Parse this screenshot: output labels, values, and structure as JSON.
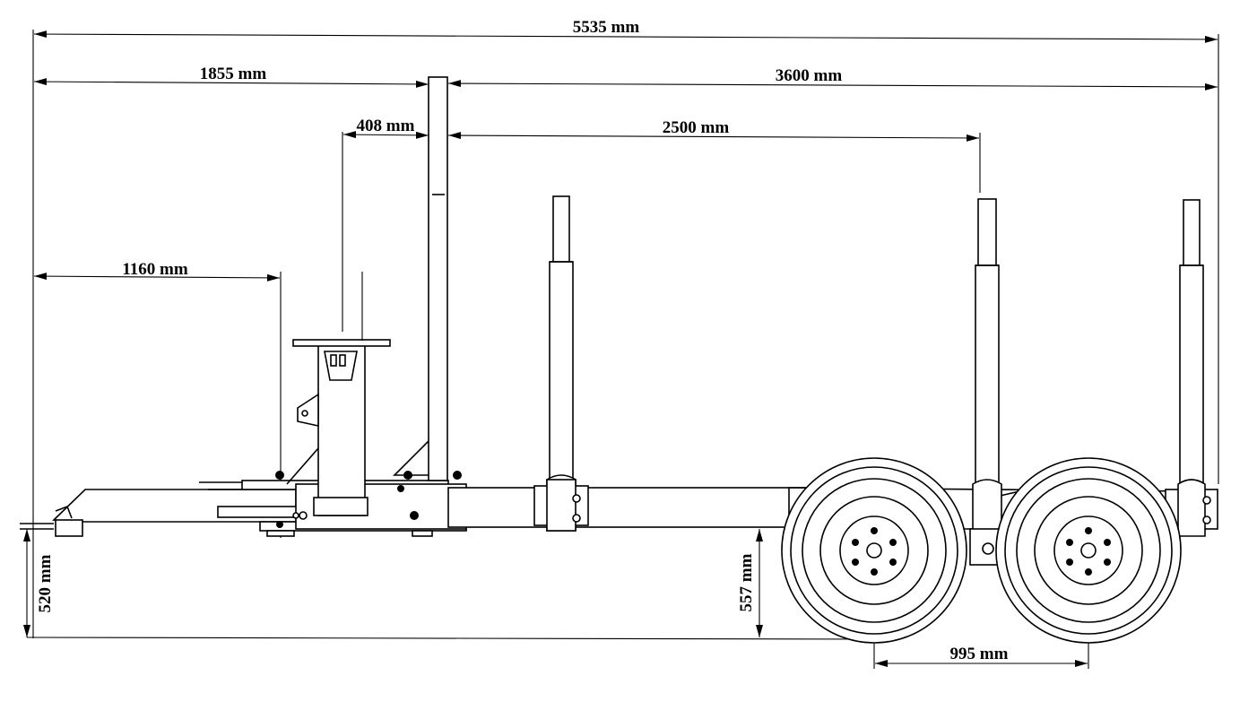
{
  "dimensions": {
    "overall_length": "5535 mm",
    "front_to_post": "1855 mm",
    "post_to_rear": "3600 mm",
    "crane_offset": "408 mm",
    "bunk_spacing": "2500 mm",
    "front_to_crane": "1160 mm",
    "hitch_height": "520 mm",
    "frame_height": "557 mm",
    "axle_spacing": "995 mm"
  }
}
